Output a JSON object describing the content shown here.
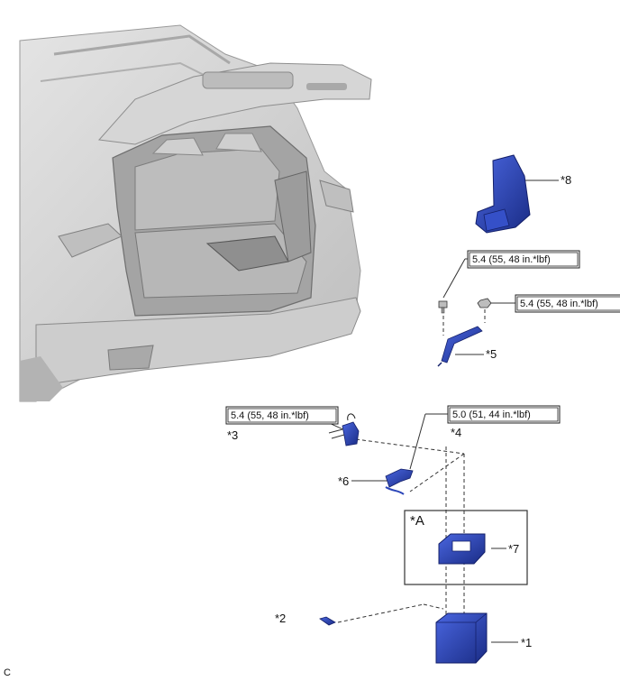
{
  "callouts": {
    "c1": "*1",
    "c2": "*2",
    "c3": "*3",
    "c4": "*4",
    "c5": "*5",
    "c6": "*6",
    "c7": "*7",
    "c8": "*8",
    "cA": "*A"
  },
  "torque": {
    "t_bolt_upper": "5.4 (55, 48 in.*lbf)",
    "t_nut_upper": "5.4 (55, 48 in.*lbf)",
    "t_terminal_left": "5.4 (55, 48 in.*lbf)",
    "t_terminal_right": "5.0 (51, 44 in.*lbf)"
  },
  "footer_code": "C",
  "colors": {
    "part_blue": "#2a44b8",
    "part_blue_dark": "#1a2c85",
    "vehicle_gray": "#c9c9c9",
    "line": "#333333"
  }
}
